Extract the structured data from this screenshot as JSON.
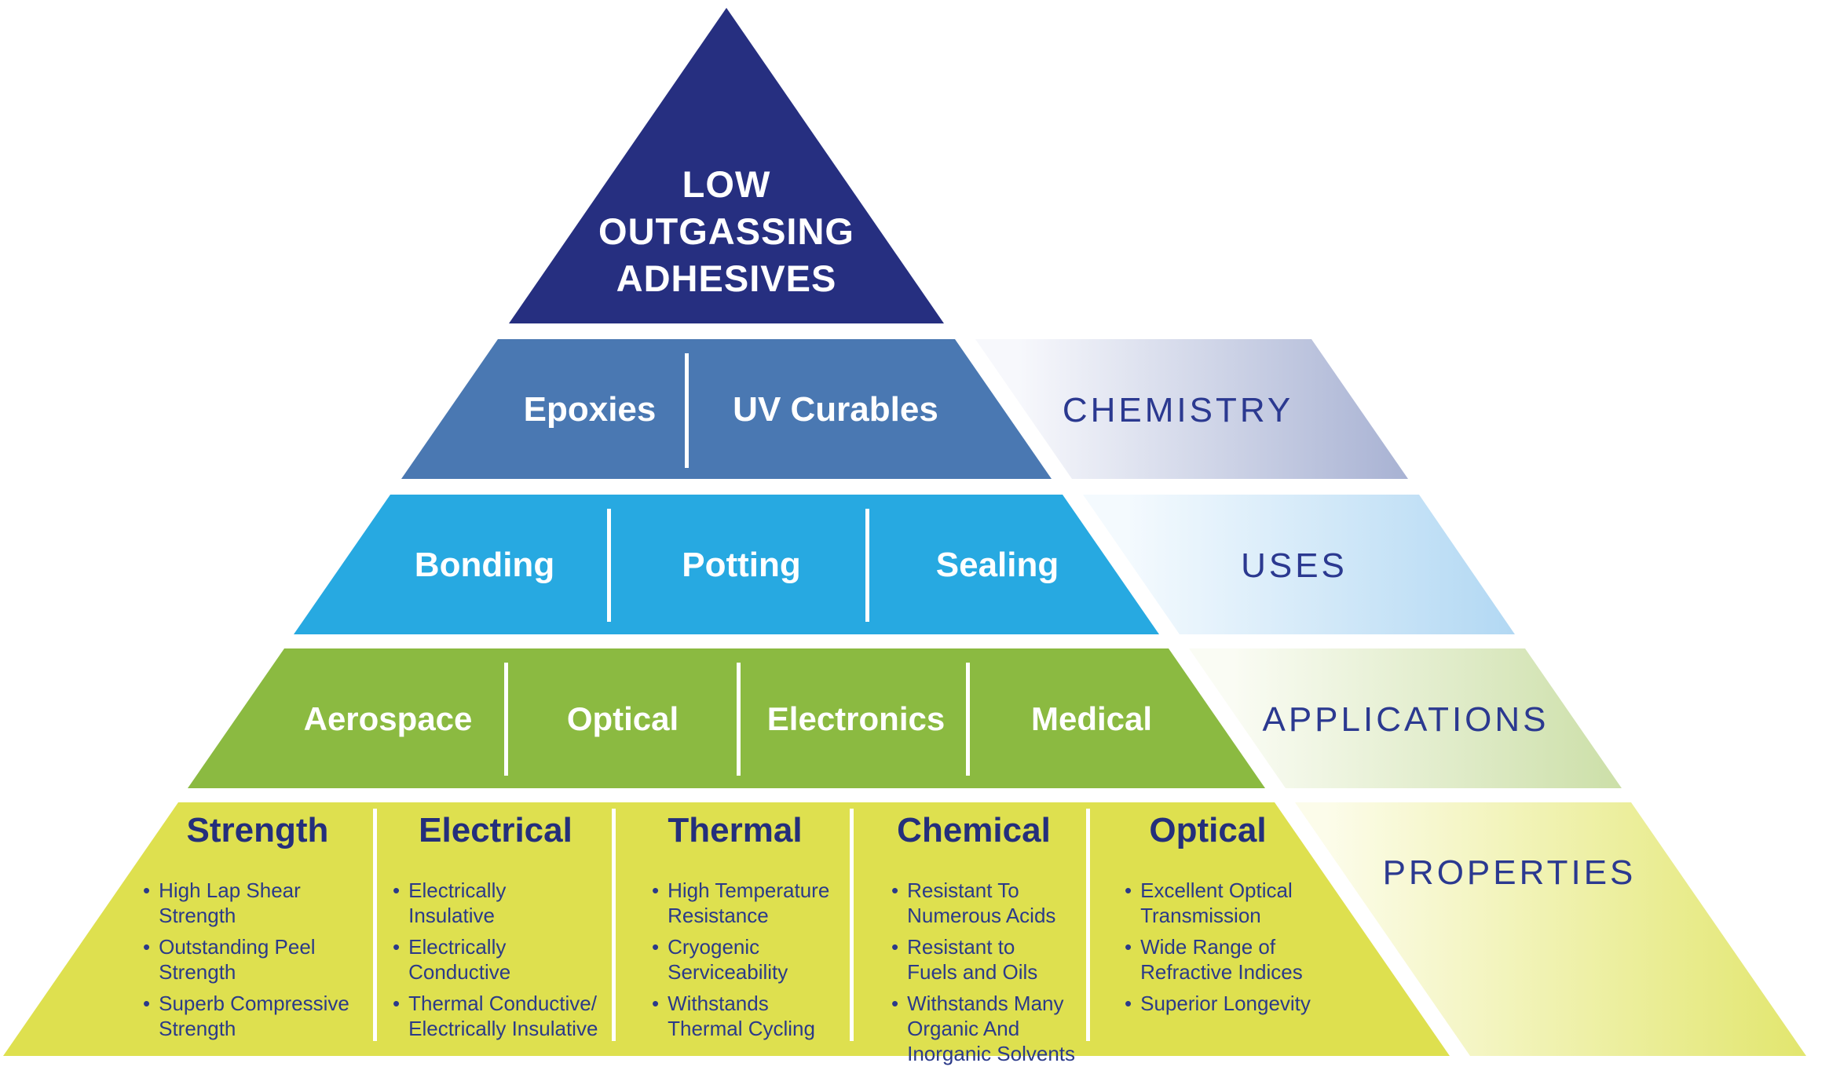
{
  "title": {
    "lines": [
      "LOW",
      "OUTGASSING",
      "ADHESIVES"
    ]
  },
  "levels": [
    {
      "side_label": "CHEMISTRY",
      "segments": [
        "Epoxies",
        "UV Curables"
      ]
    },
    {
      "side_label": "USES",
      "segments": [
        "Bonding",
        "Potting",
        "Sealing"
      ]
    },
    {
      "side_label": "APPLICATIONS",
      "segments": [
        "Aerospace",
        "Optical",
        "Electronics",
        "Medical"
      ]
    },
    {
      "side_label": "PROPERTIES",
      "columns": [
        {
          "heading": "Strength",
          "bullets": [
            "High Lap Shear\nStrength",
            "Outstanding Peel\nStrength",
            "Superb Compressive\nStrength"
          ]
        },
        {
          "heading": "Electrical",
          "bullets": [
            "Electrically\nInsulative",
            "Electrically\nConductive",
            "Thermal Conductive/\nElectrically Insulative"
          ]
        },
        {
          "heading": "Thermal",
          "bullets": [
            "High Temperature\nResistance",
            "Cryogenic\nServiceability",
            "Withstands\nThermal Cycling"
          ]
        },
        {
          "heading": "Chemical",
          "bullets": [
            "Resistant To\nNumerous Acids",
            "Resistant to\nFuels and Oils",
            "Withstands Many\nOrganic And\nInorganic Solvents"
          ]
        },
        {
          "heading": "Optical",
          "bullets": [
            "Excellent Optical\nTransmission",
            "Wide Range of\nRefractive Indices",
            "Superior Longevity"
          ]
        }
      ]
    }
  ],
  "colors": {
    "apex_navy": "#262F80",
    "chemistry_blue": "#4A78B2",
    "uses_cyan": "#27A9E1",
    "applications_green": "#8BBA41",
    "properties_yellow": "#DEE04F",
    "side_chemistry_end": "#A8B2D3",
    "side_uses_end": "#B2D8F3",
    "side_applications_end": "#CCDFA8",
    "side_properties_end": "#E2E66E",
    "text_navy": "#2B3990",
    "text_white": "#FFFFFF"
  }
}
